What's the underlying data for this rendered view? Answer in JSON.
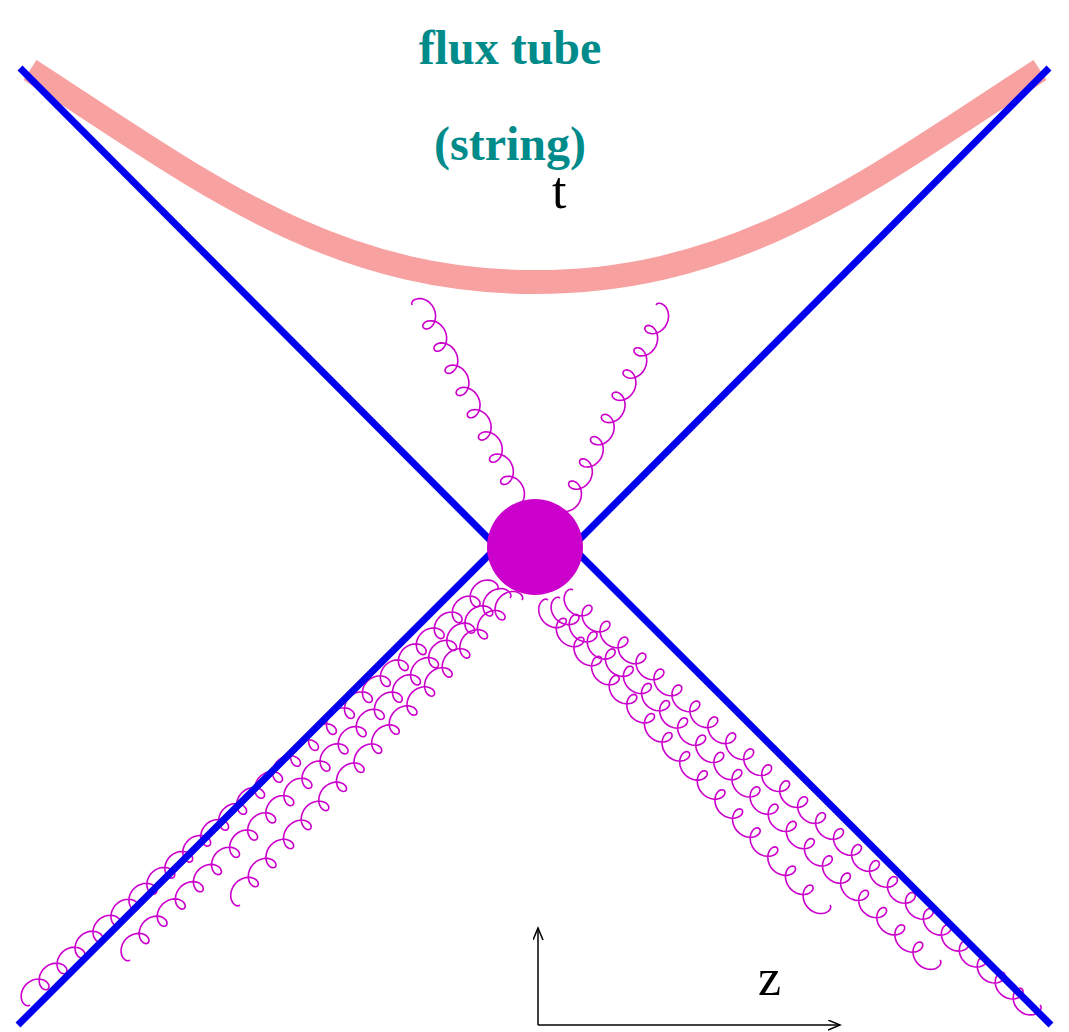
{
  "diagram": {
    "labels": [
      "flux tube (string)",
      "t",
      "z"
    ]
  }
}
